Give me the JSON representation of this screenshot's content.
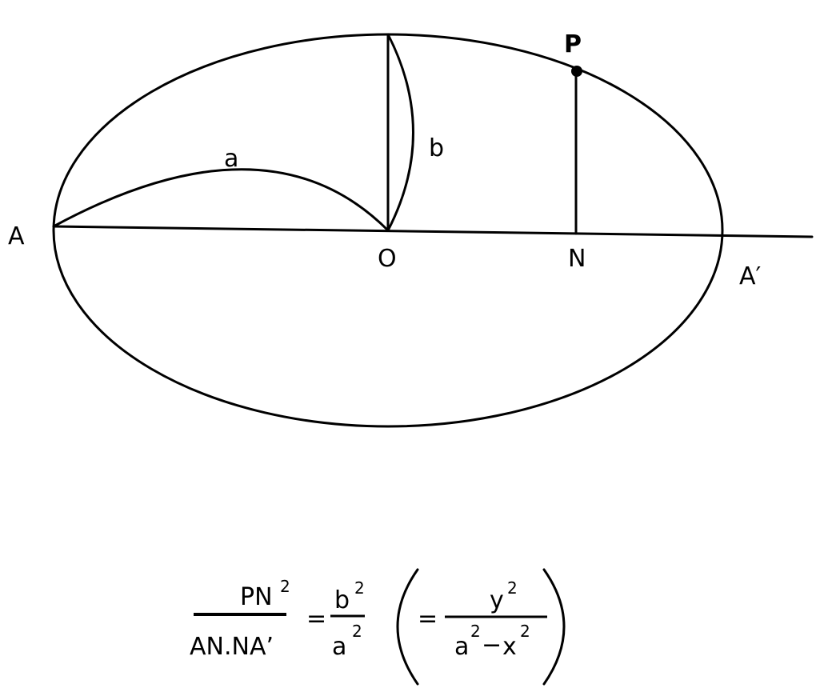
{
  "diagram": {
    "points": {
      "A": "A",
      "A_prime": "A′",
      "O": "O",
      "N": "N",
      "P": "P"
    },
    "lengths": {
      "a": "a",
      "b": "b"
    }
  },
  "formula": {
    "lhs_numerator": "PN",
    "lhs_numerator_exp": "2",
    "lhs_denominator": "AN.NA’",
    "equals_1": "=",
    "mid_numerator": "b",
    "mid_numerator_exp": "2",
    "mid_denominator": "a",
    "mid_denominator_exp": "2",
    "open_paren": "(",
    "equals_2": "=",
    "rhs_numerator": "y",
    "rhs_numerator_exp": "2",
    "rhs_den_a": "a",
    "rhs_den_a_exp": "2",
    "rhs_den_minus": "−",
    "rhs_den_x": "x",
    "rhs_den_x_exp": "2",
    "close_paren": ")"
  }
}
